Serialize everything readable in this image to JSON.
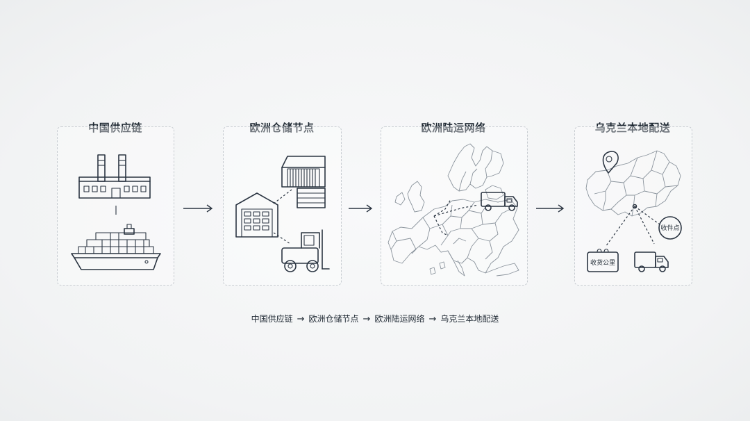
{
  "stages": [
    {
      "title": "中国供应链",
      "icons": [
        "factory-icon",
        "cargo-ship-icon"
      ]
    },
    {
      "title": "欧洲仓储节点",
      "icons": [
        "warehouse-icon",
        "storage-building-icon",
        "forklift-icon"
      ]
    },
    {
      "title": "欧洲陆运网络",
      "icons": [
        "europe-map-icon",
        "truck-icon"
      ]
    },
    {
      "title": "乌克兰本地配送",
      "icons": [
        "map-pin-icon",
        "ukraine-map-icon",
        "truck-icon"
      ],
      "tags": {
        "pickup_point": "收件点",
        "parcel_locker": "收货公里"
      }
    }
  ],
  "flow": {
    "steps": [
      "中国供应链",
      "欧洲仓储节点",
      "欧洲陆运网络",
      "乌克兰本地配送"
    ],
    "separator": "→"
  },
  "colors": {
    "ink": "#2a3441",
    "panel_border": "#c7ccd1",
    "background": "#f3f4f5"
  }
}
